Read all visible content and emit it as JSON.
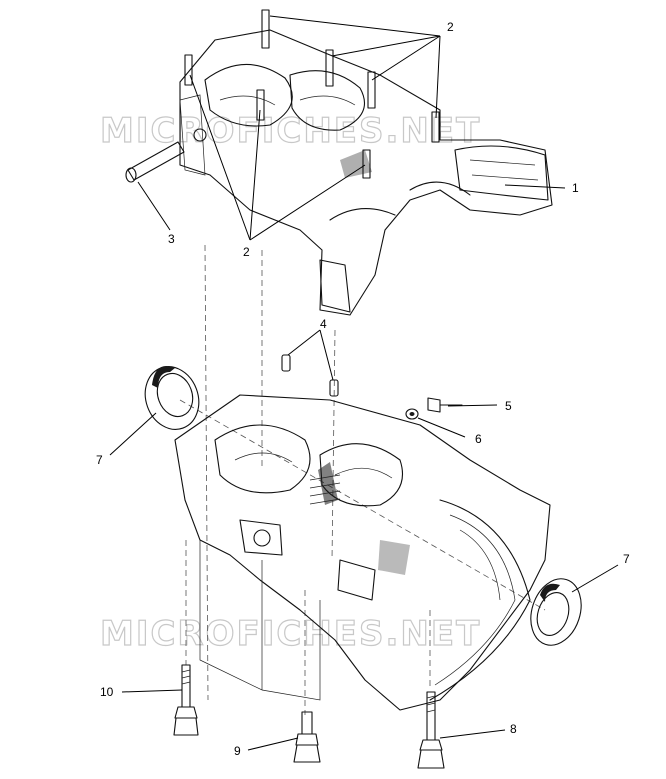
{
  "watermark": "MICROFICHES.NET",
  "callouts": {
    "c1": "1",
    "c2_top": "2",
    "c2_bottom": "2",
    "c3": "3",
    "c4": "4",
    "c5": "5",
    "c6": "6",
    "c7_left": "7",
    "c7_right": "7",
    "c8": "8",
    "c9": "9",
    "c10": "10"
  },
  "colors": {
    "ink": "#111111",
    "watermark": "#c8c8c8",
    "background": "#ffffff"
  }
}
